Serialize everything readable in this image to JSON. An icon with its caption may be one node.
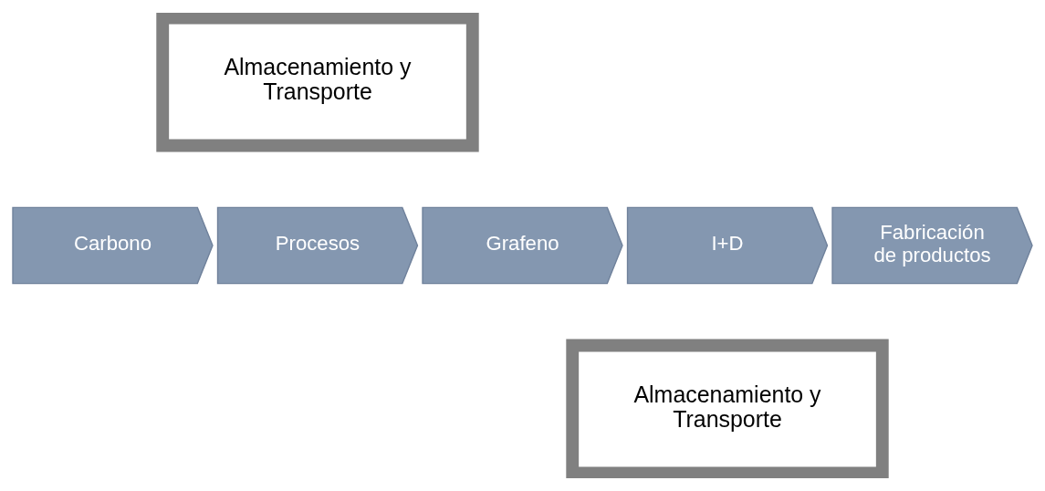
{
  "diagram": {
    "nodes": [
      {
        "text": [
          "Almacenamiento y Transporte"
        ]
      },
      {
        "text": [
          "Carbono"
        ]
      },
      {
        "text": [
          "Procesos"
        ]
      },
      {
        "text": [
          "Grafeno"
        ]
      },
      {
        "text": [
          "I+D"
        ]
      },
      {
        "text": [
          "Fabricación de productos"
        ]
      },
      {
        "text": [
          "Almacenamiento y Transporte"
        ]
      }
    ],
    "edges": []
  }
}
